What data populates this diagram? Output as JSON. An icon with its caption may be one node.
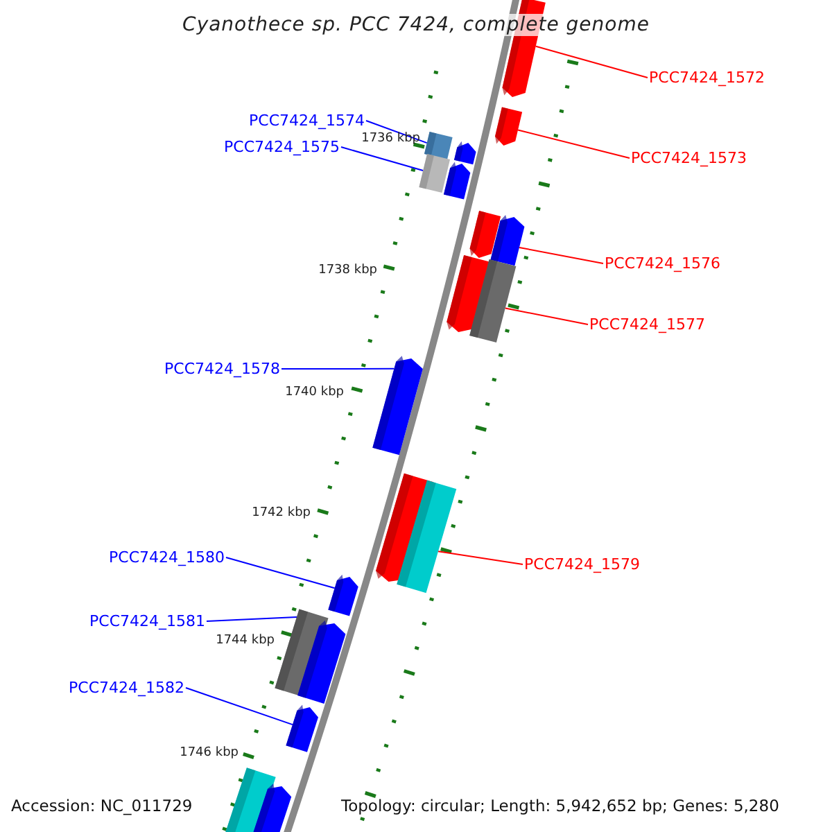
{
  "diagram": {
    "title": "Cyanothece sp. PCC 7424, complete genome",
    "nodes": [
      {
        "text": [
          "PCC7424_1572"
        ]
      },
      {
        "text": [
          "PCC7424_1574"
        ]
      },
      {
        "text": [
          "PCC7424_1575"
        ]
      },
      {
        "text": [
          "PCC7424_1573"
        ]
      },
      {
        "text": [
          "PCC7424_1576"
        ]
      },
      {
        "text": [
          "PCC7424_1577"
        ]
      },
      {
        "text": [
          "PCC7424_1578"
        ]
      },
      {
        "text": [
          "PCC7424_1579"
        ]
      },
      {
        "text": [
          "PCC7424_1580"
        ]
      },
      {
        "text": [
          "PCC7424_1581"
        ]
      },
      {
        "text": [
          "PCC7424_1582"
        ]
      },
      {
        "text": [],
        "shape": "arrow"
      },
      {
        "text": [],
        "shape": "arrow"
      },
      {
        "text": [],
        "shape": "bar"
      },
      {
        "text": [],
        "shape": "arrow"
      },
      {
        "text": [],
        "shape": "bar"
      },
      {
        "text": [],
        "shape": "arrow"
      },
      {
        "text": [],
        "shape": "arrow"
      },
      {
        "text": [],
        "shape": "arrow"
      },
      {
        "text": [],
        "shape": "arrow"
      },
      {
        "text": [],
        "shape": "bar"
      },
      {
        "text": [],
        "shape": "arrow"
      },
      {
        "text": [],
        "shape": "arrow"
      },
      {
        "text": [],
        "shape": "bar"
      },
      {
        "text": [],
        "shape": "arrow"
      },
      {
        "text": [],
        "shape": "bar"
      },
      {
        "text": [],
        "shape": "arrow"
      },
      {
        "text": [],
        "shape": "arrow"
      },
      {
        "text": [],
        "shape": "bar"
      },
      {
        "text": [],
        "shape": "arrow"
      }
    ],
    "edges": [
      {
        "from": 0,
        "to": 11,
        "arrow": "none",
        "color": "#ff0000"
      },
      {
        "from": 1,
        "to": 13,
        "arrow": "none"
      },
      {
        "from": 2,
        "to": 15,
        "arrow": "none"
      },
      {
        "from": 3,
        "to": 12,
        "arrow": "none",
        "color": "#ff0000"
      },
      {
        "from": 4,
        "to": 18,
        "arrow": "none",
        "color": "#ff0000"
      },
      {
        "from": 5,
        "to": 20,
        "arrow": "none",
        "color": "#ff0000"
      },
      {
        "from": 6,
        "to": 21,
        "arrow": "none"
      },
      {
        "from": 7,
        "to": 23,
        "arrow": "none",
        "color": "#ff0000"
      },
      {
        "from": 8,
        "to": 24,
        "arrow": "none"
      },
      {
        "from": 9,
        "to": 25,
        "arrow": "none"
      },
      {
        "from": 10,
        "to": 27,
        "arrow": "none"
      }
    ],
    "labels": [
      "1736 kbp",
      "1738 kbp",
      "1740 kbp",
      "1742 kbp",
      "1744 kbp",
      "1746 kbp",
      "Accession: NC_011729",
      "Topology: circular; Length: 5,942,652 bp; Genes: 5,280"
    ]
  }
}
